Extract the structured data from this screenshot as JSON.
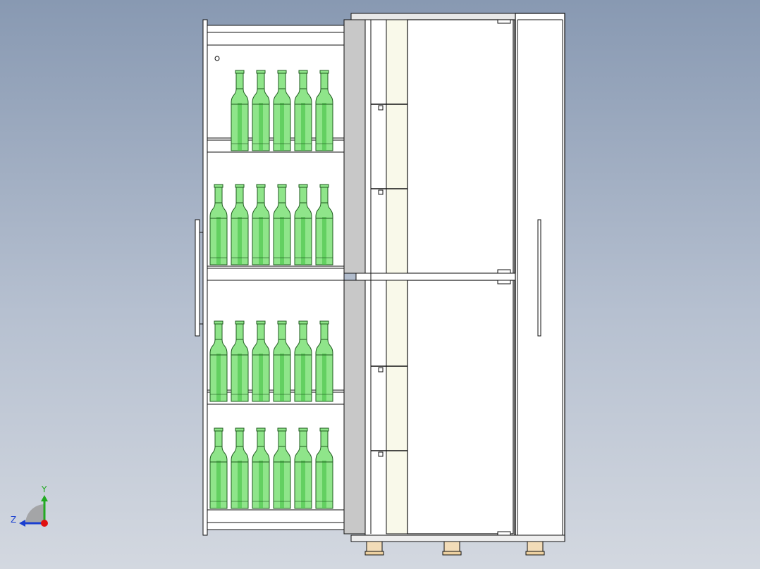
{
  "viewport": {
    "background_top": "#8899b2",
    "background_bottom": "#d3d8e0"
  },
  "model": {
    "description_colors": {
      "bottle_fill": "#8fe58a",
      "bottle_shade": "#3fbf3f",
      "bottle_outline": "#1f5a1f",
      "panel_fill": "#ffffff",
      "side_panel": "#c9c9c9",
      "gasket": "#f8f8ea",
      "outline": "#111111",
      "foot": "#f2dcb8"
    },
    "bottle_rows": [
      {
        "row": 1,
        "count": 5
      },
      {
        "row": 2,
        "count": 6
      },
      {
        "row": 3,
        "count": 6
      },
      {
        "row": 4,
        "count": 6
      }
    ]
  },
  "triad": {
    "y_label": "Y",
    "z_label": "Z",
    "y_color": "#22aa22",
    "z_color": "#1a3fd0",
    "x_color": "#e01010"
  }
}
